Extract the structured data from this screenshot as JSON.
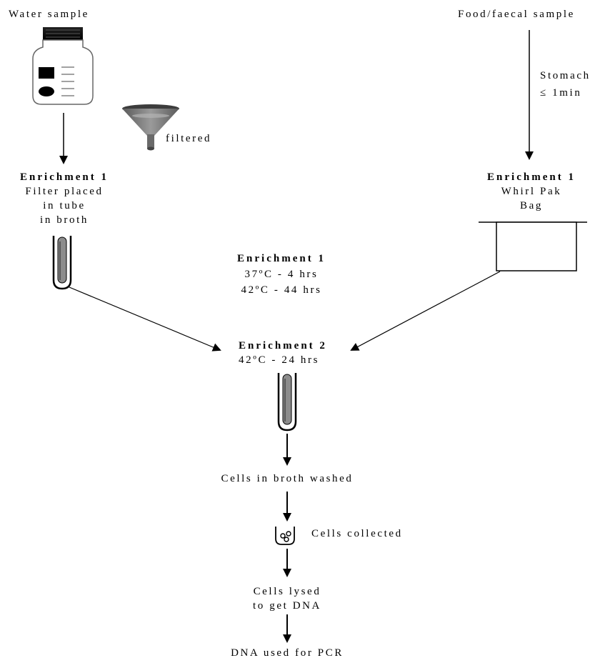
{
  "water": {
    "title": "Water sample",
    "filtered_label": "filtered",
    "enrich_title": "Enrichment 1",
    "lines": [
      "Filter placed",
      "in tube",
      "in broth"
    ]
  },
  "food": {
    "title": "Food/faecal sample",
    "stomach_label": "Stomach",
    "time_label": "≤ 1min",
    "enrich_title": "Enrichment 1",
    "lines": [
      "Whirl Pak",
      "Bag"
    ]
  },
  "middle": {
    "enrich_title": "Enrichment 1",
    "lines": [
      "37ºC - 4 hrs",
      "42ºC - 44 hrs"
    ]
  },
  "enrich2": {
    "title": "Enrichment 2",
    "line": "42ºC - 24 hrs"
  },
  "steps": {
    "washed": "Cells in broth washed",
    "collected": "Cells collected",
    "lysed": [
      "Cells lysed",
      "to get DNA"
    ],
    "pcr": "DNA used for PCR"
  }
}
